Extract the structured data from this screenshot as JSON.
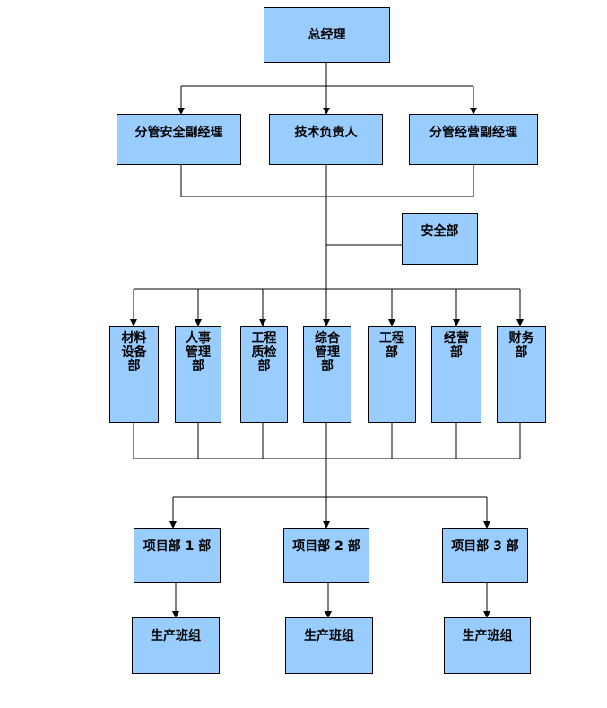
{
  "nodes": {
    "gm": "总经理",
    "safety_vp": "分管安全副经理",
    "tech_lead": "技术负责人",
    "business_vp": "分管经营副经理",
    "safety_dept": "安全部",
    "materials_dept": "材料设备部",
    "hr_dept": "人事管理部",
    "qc_dept": "工程质检部",
    "admin_dept": "综合管理部",
    "eng_dept": "工程部",
    "biz_dept": "经营部",
    "finance_dept": "财务部",
    "project1": "项目部 1 部",
    "project2": "项目部 2 部",
    "project3": "项目部 3 部",
    "team1": "生产班组",
    "team2": "生产班组",
    "team3": "生产班组"
  },
  "colors": {
    "box_fill": "#99ccff",
    "line": "#000000"
  }
}
